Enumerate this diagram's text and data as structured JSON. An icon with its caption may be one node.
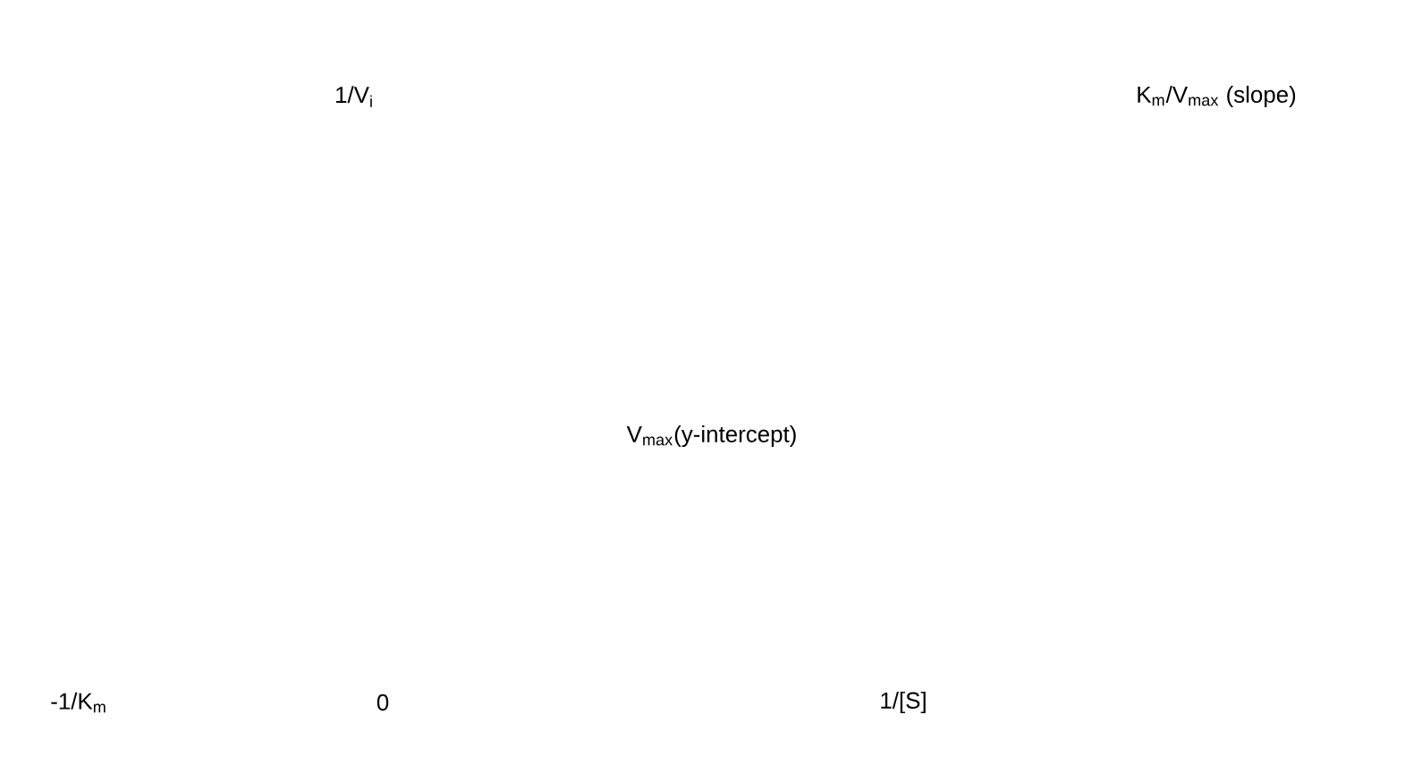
{
  "diagram": {
    "labels": [
      "1/V$_{i}$",
      "K$_{m}$/V$_{max}$ (slope)",
      "V$_{max}$(y-intercept)",
      "-1/K$_{m}$",
      "0",
      "1/[S]"
    ]
  }
}
